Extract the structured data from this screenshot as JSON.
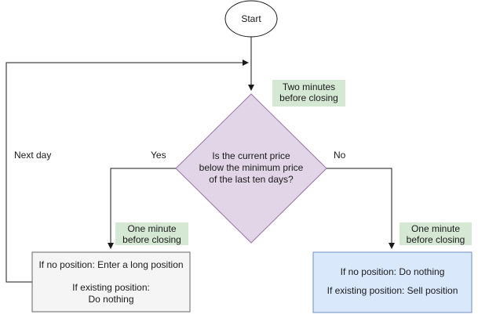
{
  "start": {
    "label": "Start"
  },
  "decision": {
    "line1": "Is the current price",
    "line2": "below the minimum price",
    "line3": "of the last ten days?"
  },
  "notes": {
    "top": {
      "line1": "Two minutes",
      "line2": "before closing"
    },
    "left": {
      "line1": "One minute",
      "line2": "before closing"
    },
    "right": {
      "line1": "One minute",
      "line2": "before closing"
    }
  },
  "edges": {
    "yes": "Yes",
    "no": "No",
    "loop": "Next day"
  },
  "left_box": {
    "line1": "If no position: Enter a long position",
    "line2": "If existing position:",
    "line3": "Do nothing"
  },
  "right_box": {
    "line1": "If no position: Do nothing",
    "line2": "If existing position: Sell position"
  },
  "colors": {
    "decision_fill": "#e1d5e7",
    "decision_stroke": "#9673a6",
    "note_fill": "#d5e8d4",
    "left_box_fill": "#f5f5f5",
    "left_box_stroke": "#666666",
    "right_box_fill": "#dae8fc",
    "right_box_stroke": "#6c8ebf"
  }
}
